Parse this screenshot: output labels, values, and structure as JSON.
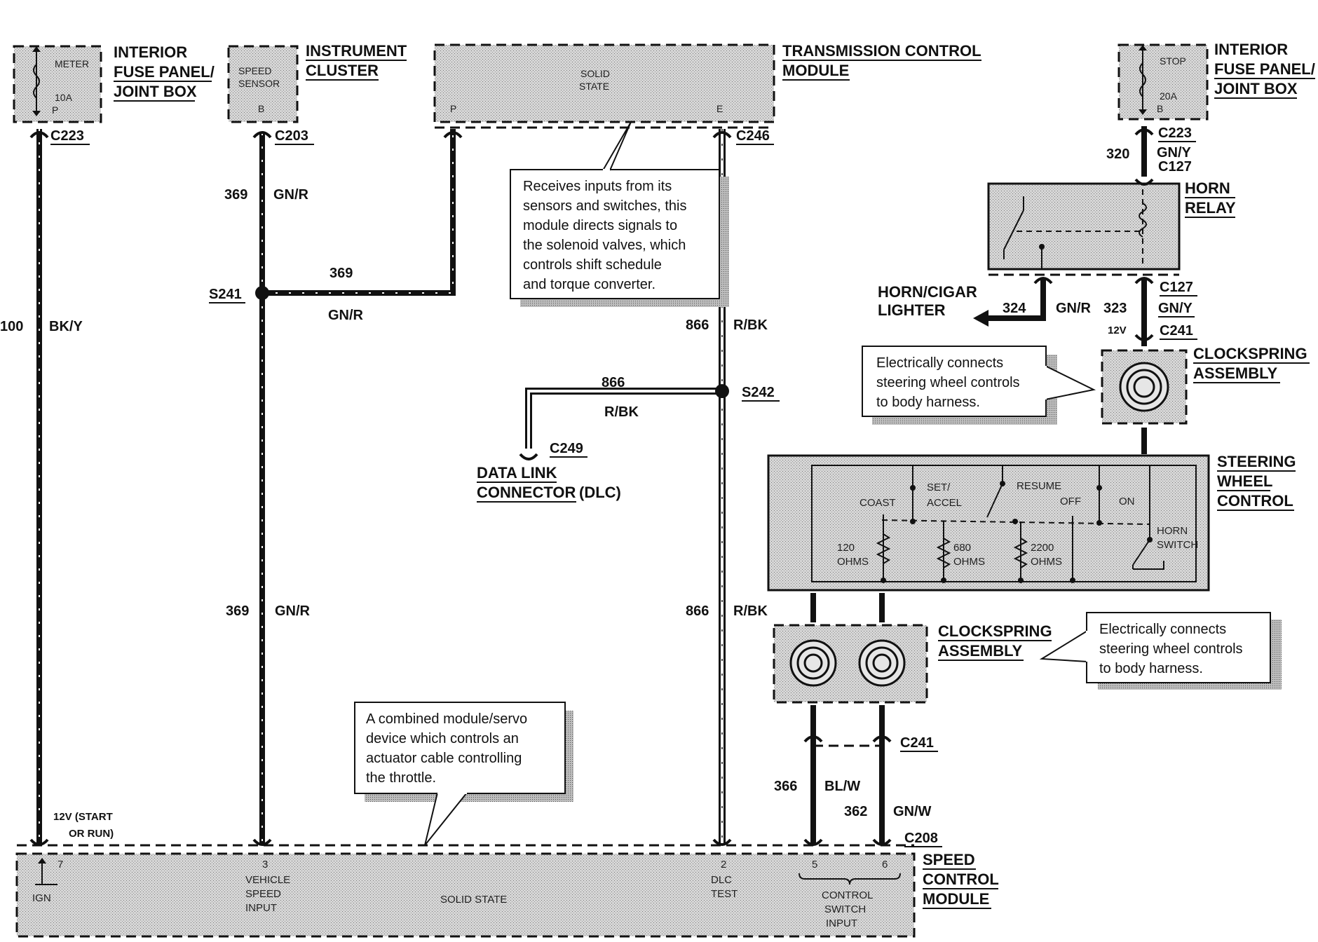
{
  "components": {
    "fuse_panel_left": {
      "title_lines": [
        "INTERIOR",
        "FUSE PANEL/",
        "JOINT BOX"
      ],
      "fuse_name": "METER",
      "fuse_rating": "10A",
      "pin": "P"
    },
    "instrument_cluster": {
      "title_lines": [
        "INSTRUMENT",
        "CLUSTER"
      ],
      "inner_lines": [
        "SPEED",
        "SENSOR"
      ],
      "pin": "B"
    },
    "tcm": {
      "title_lines": [
        "TRANSMISSION CONTROL",
        "MODULE"
      ],
      "inner_lines": [
        "SOLID",
        "STATE"
      ],
      "pin_left": "P",
      "pin_right": "E"
    },
    "fuse_panel_right": {
      "title_lines": [
        "INTERIOR",
        "FUSE PANEL/",
        "JOINT BOX"
      ],
      "fuse_name": "STOP",
      "fuse_rating": "20A",
      "pin": "B"
    },
    "horn_relay": {
      "title_lines": [
        "HORN",
        "RELAY"
      ]
    },
    "clockspring_top": {
      "title_lines": [
        "CLOCKSPRING",
        "ASSEMBLY"
      ]
    },
    "steering_wheel_control": {
      "title_lines": [
        "STEERING",
        "WHEEL",
        "CONTROL"
      ],
      "switches": {
        "coast": "COAST",
        "set_accel": [
          "SET/",
          "ACCEL"
        ],
        "resume": "RESUME",
        "off": "OFF",
        "on": "ON",
        "horn_switch": [
          "HORN",
          "SWITCH"
        ]
      },
      "resistors": [
        [
          "120",
          "OHMS"
        ],
        [
          "680",
          "OHMS"
        ],
        [
          "2200",
          "OHMS"
        ]
      ]
    },
    "clockspring_bottom": {
      "title_lines": [
        "CLOCKSPRING",
        "ASSEMBLY"
      ]
    },
    "speed_control_module": {
      "title_lines": [
        "SPEED",
        "CONTROL",
        "MODULE"
      ],
      "center": "SOLID STATE",
      "pins": [
        {
          "num": "7",
          "lines": [
            "IGN"
          ]
        },
        {
          "num": "3",
          "lines": [
            "VEHICLE",
            "SPEED",
            "INPUT"
          ]
        },
        {
          "num": "2",
          "lines": [
            "DLC",
            "TEST"
          ]
        },
        {
          "num": "5",
          "lines": []
        },
        {
          "num": "6",
          "lines": []
        }
      ],
      "group_label": [
        "CONTROL",
        "SWITCH",
        "INPUT"
      ]
    },
    "dlc": {
      "title_lines": [
        "DATA LINK",
        "CONNECTOR"
      ],
      "suffix": "(DLC)"
    },
    "horn_cigar": {
      "title_lines": [
        "HORN/CIGAR",
        "LIGHTER"
      ]
    }
  },
  "connectors": {
    "c223_left": "C223",
    "c203": "C203",
    "c246": "C246",
    "c223_right": "C223",
    "c127_a": "C127",
    "c127_b": "C127",
    "c241_top": "C241",
    "c241_bottom": "C241",
    "c249": "C249",
    "c208": "C208"
  },
  "splices": {
    "s241": "S241",
    "s242": "S242"
  },
  "wires": {
    "w100": {
      "num": "100",
      "color": "BK/Y"
    },
    "w369_top": {
      "num": "369",
      "color": "GN/R"
    },
    "w369_horiz": {
      "num": "369",
      "color": "GN/R"
    },
    "w369_bot": {
      "num": "369",
      "color": "GN/R"
    },
    "w866_top": {
      "num": "866",
      "color": "R/BK"
    },
    "w866_horiz": {
      "num": "866",
      "color": "R/BK"
    },
    "w866_bot": {
      "num": "866",
      "color": "R/BK"
    },
    "w320": {
      "num": "320",
      "color": "GN/Y"
    },
    "w324": {
      "num": "324",
      "color": "GN/R"
    },
    "w323": {
      "num": "323",
      "color": "GN/Y"
    },
    "w366": {
      "num": "366",
      "color": "BL/W"
    },
    "w362": {
      "num": "362",
      "color": "GN/W"
    }
  },
  "voltage": {
    "v12_top": "12V",
    "v12_start_run": [
      "12V (START",
      "OR RUN)"
    ]
  },
  "callouts": {
    "tcm": [
      "Receives inputs from its",
      "sensors and switches, this",
      "module directs signals to",
      "the solenoid valves, which",
      "controls shift schedule",
      "and torque converter."
    ],
    "clockspring_top": [
      "Electrically connects",
      "steering wheel controls",
      "to body harness."
    ],
    "clockspring_bottom": [
      "Electrically connects",
      "steering wheel controls",
      "to body harness."
    ],
    "speed_module": [
      "A combined module/servo",
      "device which controls an",
      "actuator cable controlling",
      "the throttle."
    ]
  }
}
